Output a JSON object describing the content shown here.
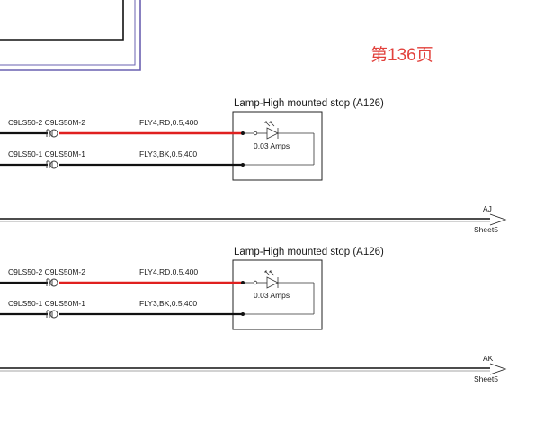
{
  "page_number": "第136页",
  "colors": {
    "red_wire": "#e0201f",
    "black_wire": "#111111",
    "frame": "#6a60b0",
    "page_number": "#e2413c"
  },
  "circuits": [
    {
      "component_title": "Lamp-High mounted stop (A126)",
      "amps_label": "0.03 Amps",
      "wire_top_connector": "C9LS50-2 C9LS50M-2",
      "wire_top_spec": "FLY4,RD,0.5,400",
      "wire_bottom_connector": "C9LS50-1 C9LS50M-1",
      "wire_bottom_spec": "FLY3,BK,0.5,400",
      "bus_label": "AJ",
      "bus_sheet": "Sheet5"
    },
    {
      "component_title": "Lamp-High mounted stop (A126)",
      "amps_label": "0.03 Amps",
      "wire_top_connector": "C9LS50-2 C9LS50M-2",
      "wire_top_spec": "FLY4,RD,0.5,400",
      "wire_bottom_connector": "C9LS50-1 C9LS50M-1",
      "wire_bottom_spec": "FLY3,BK,0.5,400",
      "bus_label": "AK",
      "bus_sheet": "Sheet5"
    }
  ]
}
